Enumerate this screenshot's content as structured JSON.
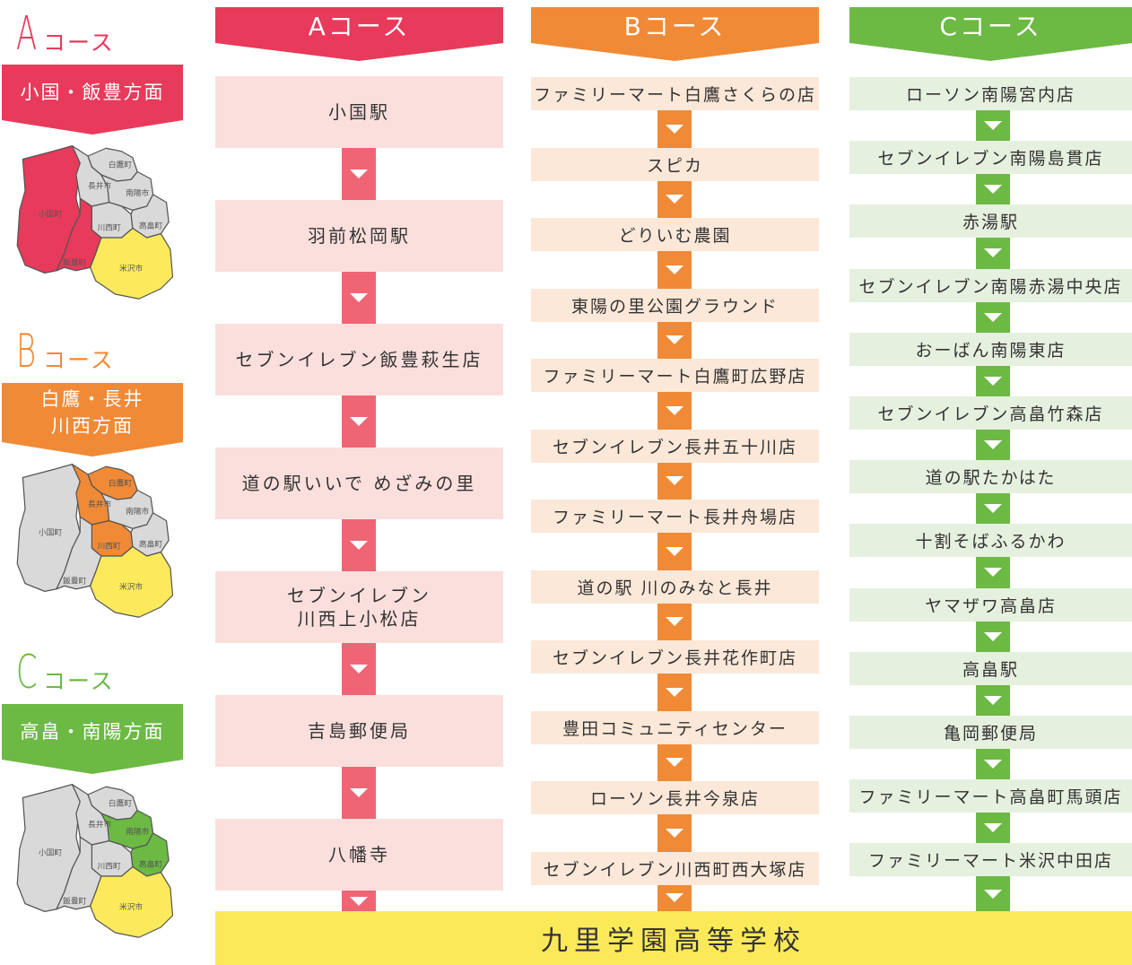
{
  "colors": {
    "a": "#e83a5a",
    "b": "#f08a36",
    "c": "#6cb944",
    "school": "#fce95a"
  },
  "sidebar": {
    "a": {
      "letter": "A",
      "suffix": "コース",
      "banner": "小国・飯豊方面"
    },
    "b": {
      "letter": "B",
      "suffix": "コース",
      "banner1": "白鷹・長井",
      "banner2": "川西方面"
    },
    "c": {
      "letter": "C",
      "suffix": "コース",
      "banner": "高畠・南陽方面"
    },
    "map_labels": {
      "shirataka": "白鷹町",
      "nagai": "長井市",
      "nanyo": "南陽市",
      "oguni": "小国町",
      "kawanishi": "川西町",
      "takahata": "高畠町",
      "iide": "飯豊町",
      "yonezawa": "米沢市"
    }
  },
  "courses": {
    "a": {
      "title": "Aコース",
      "stops": [
        "小国駅",
        "羽前松岡駅",
        "セブンイレブン飯豊萩生店",
        "道の駅いいで めざみの里",
        "セブンイレブン\n川西上小松店",
        "吉島郵便局",
        "八幡寺"
      ]
    },
    "b": {
      "title": "Bコース",
      "stops": [
        "ファミリーマート白鷹さくらの店",
        "スピカ",
        "どりいむ農園",
        "東陽の里公園グラウンド",
        "ファミリーマート白鷹町広野店",
        "セブンイレブン長井五十川店",
        "ファミリーマート長井舟場店",
        "道の駅 川のみなと長井",
        "セブンイレブン長井花作町店",
        "豊田コミュニティセンター",
        "ローソン長井今泉店",
        "セブンイレブン川西町西大塚店"
      ]
    },
    "c": {
      "title": "Cコース",
      "stops": [
        "ローソン南陽宮内店",
        "セブンイレブン南陽島貫店",
        "赤湯駅",
        "セブンイレブン南陽赤湯中央店",
        "おーばん南陽東店",
        "セブンイレブン高畠竹森店",
        "道の駅たかはた",
        "十割そばふるかわ",
        "ヤマザワ高畠店",
        "高畠駅",
        "亀岡郵便局",
        "ファミリーマート高畠町馬頭店",
        "ファミリーマート米沢中田店"
      ]
    }
  },
  "destination": "九里学園高等学校"
}
